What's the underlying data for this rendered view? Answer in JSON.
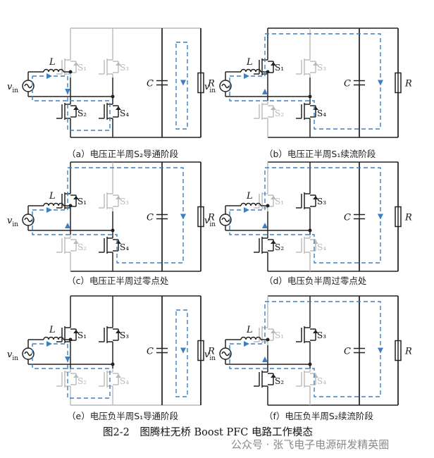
{
  "panels": [
    {
      "caption": "（a）电压正半周S₂导通阶段",
      "mode": "a"
    },
    {
      "caption": "（b）电压正半周S₁续流阶段",
      "mode": "b"
    },
    {
      "caption": "（c）电压正半周过零点处",
      "mode": "c"
    },
    {
      "caption": "（d）电压负半周过零点处",
      "mode": "d"
    },
    {
      "caption": "（e）电压负半周S₁导通阶段",
      "mode": "e"
    },
    {
      "caption": "（f）电压负半周S₂续流阶段",
      "mode": "f"
    }
  ],
  "labels": {
    "inductor": "L",
    "capacitor": "C",
    "resistor": "R",
    "source": "v",
    "source_sub": "in",
    "s1": "S₁",
    "s2": "S₂",
    "s3": "S₃",
    "s4": "S₄"
  },
  "figure_title": "图2-2　图腾柱无桥 Boost PFC 电路工作模态",
  "watermark": "公众号 · 张飞电子电源研发精英圈"
}
